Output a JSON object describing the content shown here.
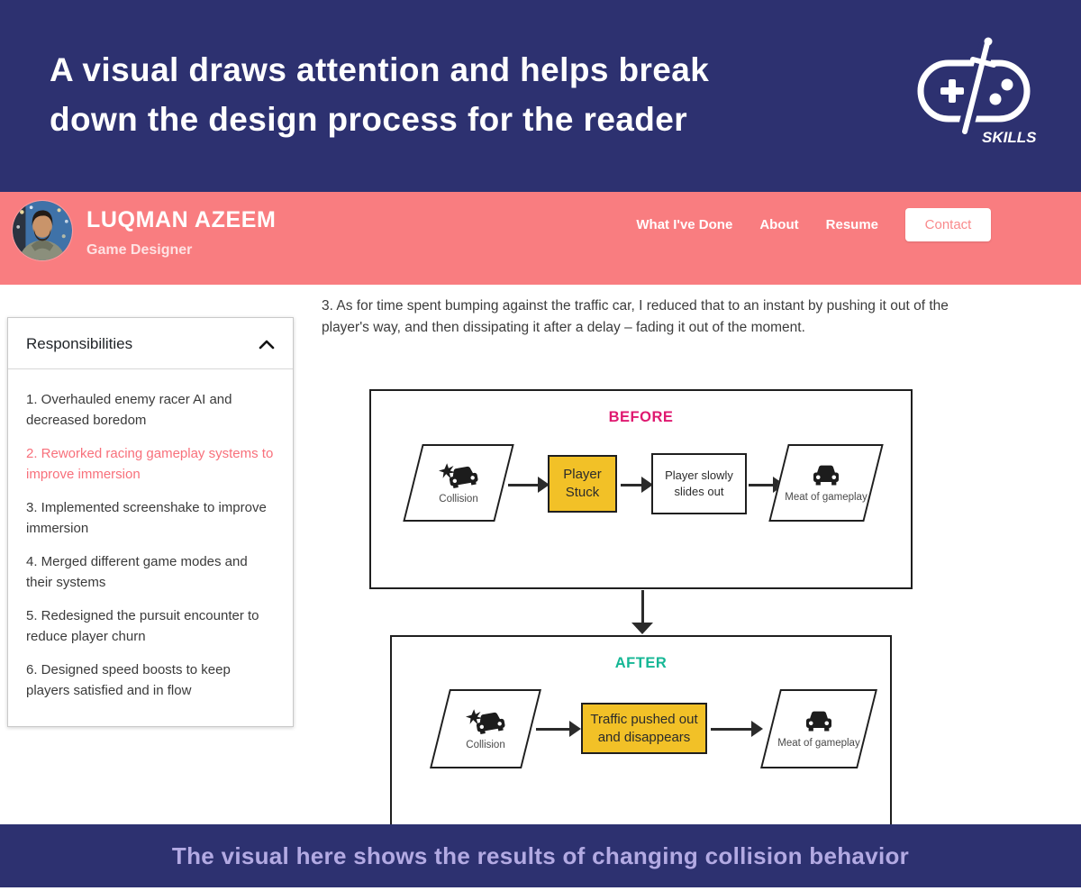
{
  "header": {
    "title_line1": "A visual draws attention and helps break",
    "title_line2": "down the design process for the reader",
    "bg_color": "#2d3170",
    "logo_text": "SKILLS"
  },
  "navbar": {
    "bg_color": "#f97d80",
    "name": "LUQMAN AZEEM",
    "role": "Game Designer",
    "links": [
      "What I've Done",
      "About",
      "Resume"
    ],
    "contact_label": "Contact",
    "contact_text_color": "#f98a8c"
  },
  "sidebar": {
    "title": "Responsibilities",
    "highlight_color": "#f8707b",
    "items": [
      "1. Overhauled enemy racer AI and decreased boredom",
      "2. Reworked racing gameplay systems to improve immersion",
      "3. Implemented screenshake to improve immersion",
      "4. Merged different game modes and their systems",
      "5. Redesigned the pursuit encounter to reduce player churn",
      "6. Designed speed boosts to keep players satisfied and in flow"
    ]
  },
  "content": {
    "paragraph": "3. As for time spent bumping against the traffic car, I reduced that to an instant by pushing it out of the player's way, and then dissipating it after a delay – fading it out of the moment."
  },
  "diagram": {
    "yellow_fill": "#f2c127",
    "before": {
      "title": "BEFORE",
      "title_color": "#df1970",
      "collision_label": "Collision",
      "step1": "Player Stuck",
      "step2": "Player slowly slides out",
      "meat_label": "Meat of gameplay"
    },
    "after": {
      "title": "AFTER",
      "title_color": "#15b795",
      "collision_label": "Collision",
      "step1": "Traffic pushed out and disappears",
      "meat_label": "Meat of gameplay"
    }
  },
  "footer": {
    "bg_color": "#2d3170",
    "text_color": "#b3aae3",
    "caption": "The visual here shows the results of changing collision behavior"
  }
}
